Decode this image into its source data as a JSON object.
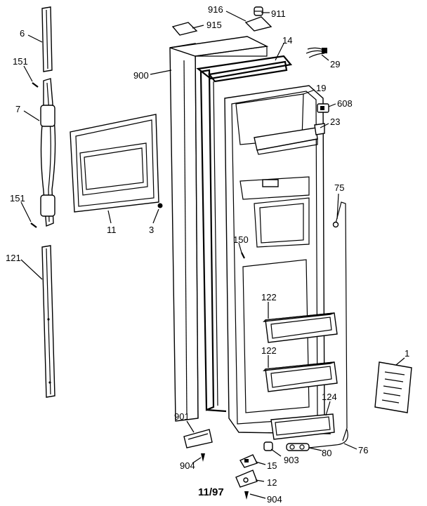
{
  "callouts": {
    "c6": "6",
    "c151a": "151",
    "c7": "7",
    "c151b": "151",
    "c121": "121",
    "c11": "11",
    "c3": "3",
    "c900": "900",
    "c916": "916",
    "c911": "911",
    "c915": "915",
    "c14": "14",
    "c29": "29",
    "c19": "19",
    "c608": "608",
    "c23": "23",
    "c75": "75",
    "c150": "150",
    "c122a": "122",
    "c122b": "122",
    "c1": "1",
    "c124": "124",
    "c901": "901",
    "c904a": "904",
    "c903": "903",
    "c15": "15",
    "c80": "80",
    "c76": "76",
    "c12": "12",
    "c904b": "904"
  },
  "date_code": "11/97"
}
